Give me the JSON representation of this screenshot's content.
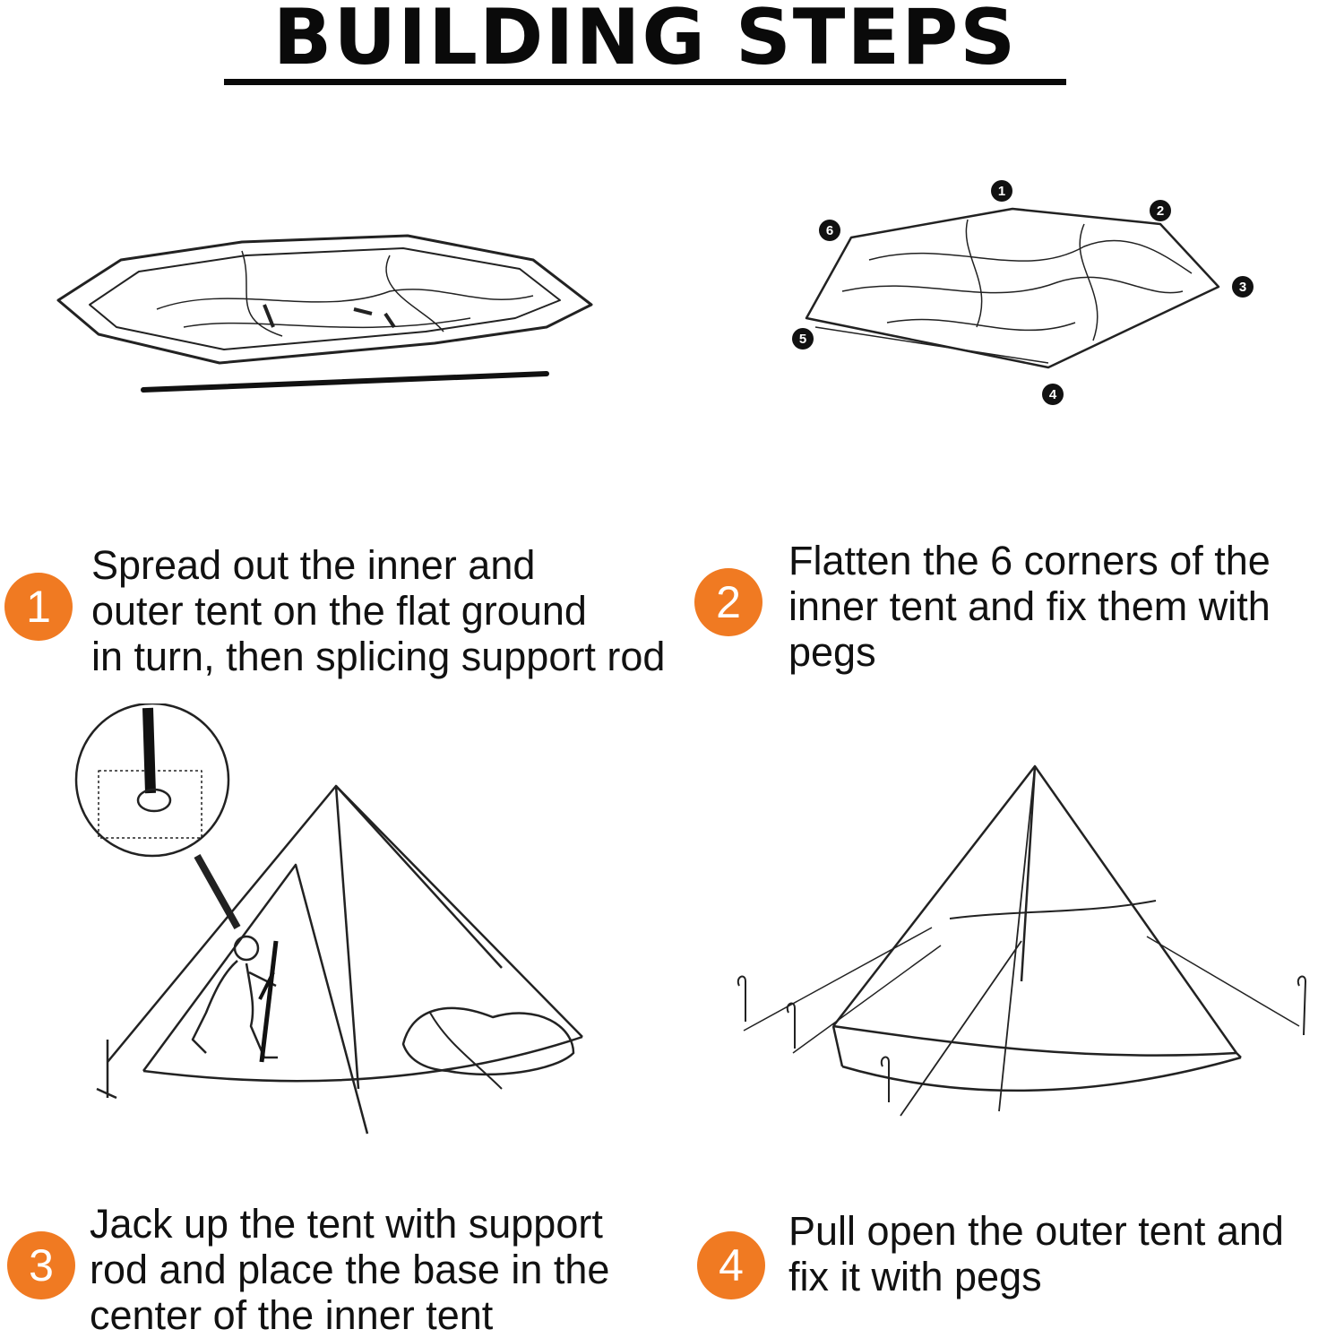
{
  "header": {
    "title": "BUILDING STEPS"
  },
  "steps": [
    {
      "number": "1",
      "text": "Spread out the inner and\nouter tent on the flat ground\nin turn, then splicing support rod"
    },
    {
      "number": "2",
      "text": "Flatten the 6 corners of the\ninner tent and fix them with\npegs"
    },
    {
      "number": "3",
      "text": "Jack up the tent with support\nrod and place the base in the\ncenter of the inner tent"
    },
    {
      "number": "4",
      "text": "Pull open the outer tent and\nfix it with pegs"
    }
  ],
  "corner_labels": [
    "1",
    "2",
    "3",
    "4",
    "5",
    "6"
  ],
  "colors": {
    "accent": "#f07a22",
    "ink": "#111111"
  }
}
